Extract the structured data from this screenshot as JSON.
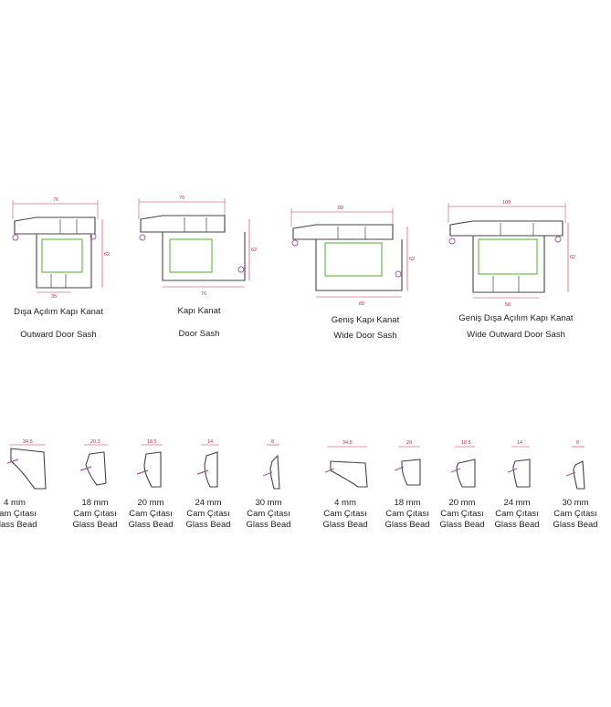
{
  "sashes": [
    {
      "tr": "Dışa Açılım Kapı Kanat",
      "en": "Outward Door Sash",
      "top": "76",
      "bottom": "35",
      "height": "62"
    },
    {
      "tr": "Kapı Kanat",
      "en": "Door Sash",
      "top": "76",
      "bottom": "76",
      "height": "62"
    },
    {
      "tr": "Geniş Kapı Kanat",
      "en": "Wide Door Sash",
      "top": "89",
      "bottom": "89",
      "height": "62"
    },
    {
      "tr": "Geniş Dışa Açılım Kapı Kanat",
      "en": "Wide Outward Door Sash",
      "top": "109",
      "bottom": "58",
      "height": "62"
    }
  ],
  "beads": [
    {
      "mm": "4 mm",
      "tr": "Cam Çıtası",
      "en": "Glass Bead",
      "dim": "34.5"
    },
    {
      "mm": "18 mm",
      "tr": "Cam Çıtası",
      "en": "Glass Bead",
      "dim": "20.3"
    },
    {
      "mm": "20 mm",
      "tr": "Cam Çıtası",
      "en": "Glass Bead",
      "dim": "18.5"
    },
    {
      "mm": "24 mm",
      "tr": "Cam Çıtası",
      "en": "Glass Bead",
      "dim": "14"
    },
    {
      "mm": "30 mm",
      "tr": "Cam Çıtası",
      "en": "Glass Bead",
      "dim": "8"
    },
    {
      "mm": "4 mm",
      "tr": "Cam Çıtası",
      "en": "Glass Bead",
      "dim": "34.5"
    },
    {
      "mm": "18 mm",
      "tr": "Cam Çıtası",
      "en": "Glass Bead",
      "dim": "20"
    },
    {
      "mm": "20 mm",
      "tr": "Cam Çıtası",
      "en": "Glass Bead",
      "dim": "18.5"
    },
    {
      "mm": "24 mm",
      "tr": "Cam Çıtası",
      "en": "Glass Bead",
      "dim": "14"
    },
    {
      "mm": "30 mm",
      "tr": "Cam Çıtası",
      "en": "Glass Bead",
      "dim": "8"
    }
  ],
  "colors": {
    "dimension": "#c0304a",
    "profile": "#444444",
    "reinforcement": "#7bbf5a",
    "gasket": "#a05aa0"
  }
}
